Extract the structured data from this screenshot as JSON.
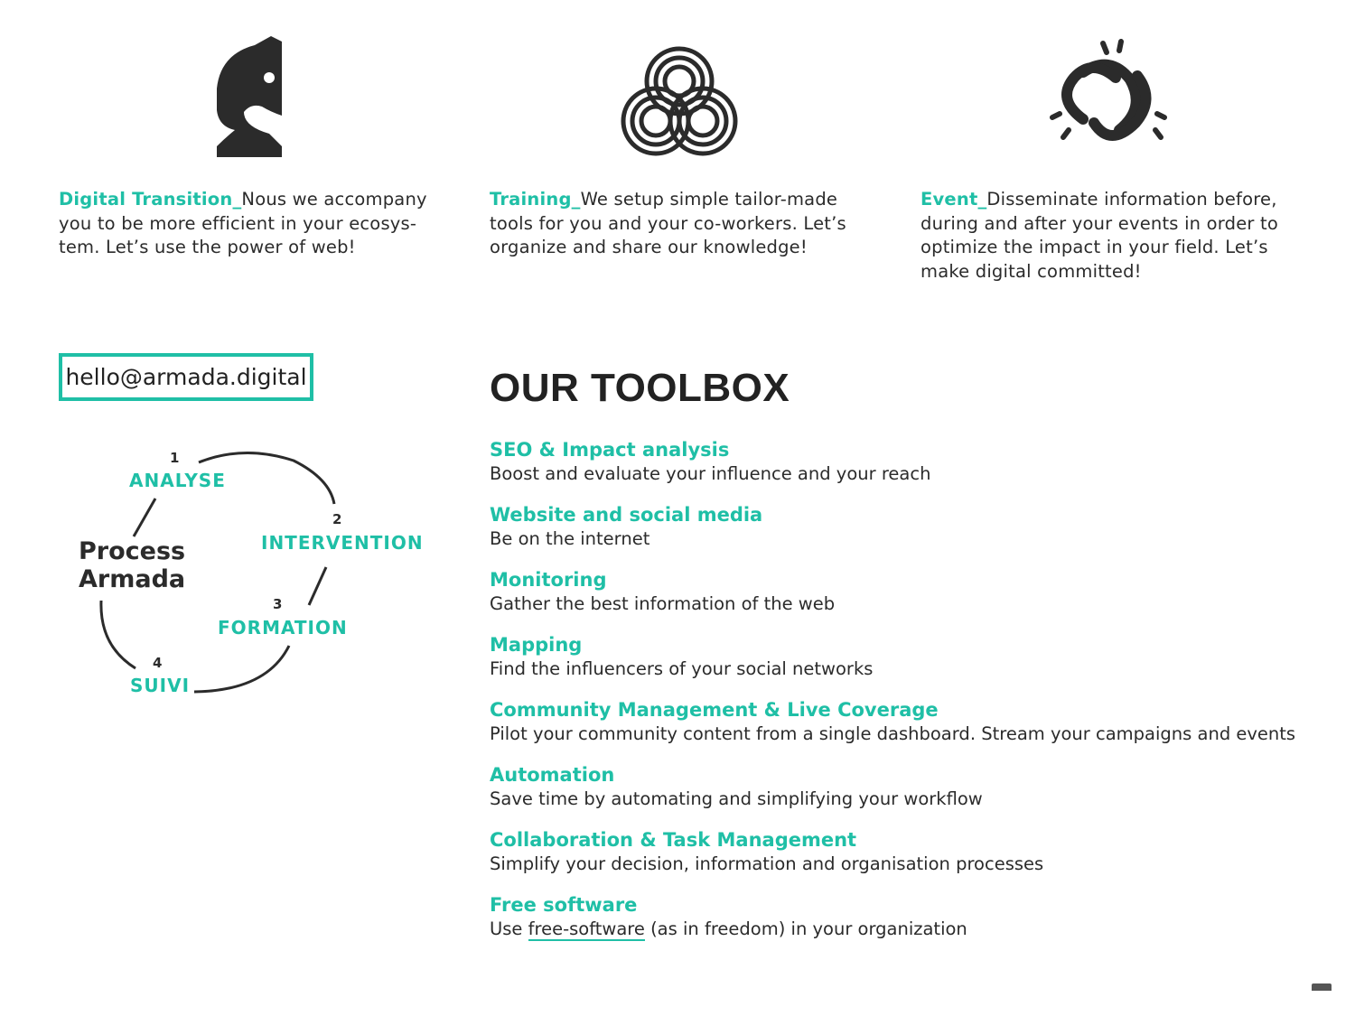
{
  "services": [
    {
      "icon": "knight-chess-icon",
      "heading": "Digital Transition_",
      "text": "Nous we accompany you to be more efficient in your ecosys-tem. Let’s use the power of web!"
    },
    {
      "icon": "knot-icon",
      "heading": "Training_",
      "text": "We setup simple tailor-made tools for you and your co-workers. Let’s organize and share our knowledge!"
    },
    {
      "icon": "rings-event-icon",
      "heading": "Event_",
      "text": "Disseminate information before, during and after your events in order to optimize the impact in your field. Let’s make digital committed!"
    }
  ],
  "contact": {
    "email": "hello@armada.digital"
  },
  "process": {
    "title_line1": "Process",
    "title_line2": "Armada",
    "steps": [
      {
        "num": "1",
        "label": "ANALYSE"
      },
      {
        "num": "2",
        "label": "INTERVENTION"
      },
      {
        "num": "3",
        "label": "FORMATION"
      },
      {
        "num": "4",
        "label": "SUIVI"
      }
    ]
  },
  "toolbox": {
    "title": "OUR TOOLBOX",
    "items": [
      {
        "name": "SEO & Impact analysis",
        "desc": "Boost and evaluate your influence and your reach"
      },
      {
        "name": "Website and social media",
        "desc": "Be on the internet"
      },
      {
        "name": "Monitoring",
        "desc": "Gather the best information of the web"
      },
      {
        "name": "Mapping",
        "desc": "Find the influencers of your social networks"
      },
      {
        "name": "Community Management & Live Coverage",
        "desc": "Pilot your community content from a single dashboard. Stream your campaigns and events"
      },
      {
        "name": "Automation",
        "desc": "Save time by automating and simplifying your workflow"
      },
      {
        "name": "Collaboration & Task Management",
        "desc": "Simplify your decision, information and organisation processes"
      },
      {
        "name": "Free software",
        "desc_prefix": "Use ",
        "desc_link": "free-software",
        "desc_suffix": " (as in freedom) in your organization"
      }
    ]
  },
  "colors": {
    "accent": "#1fbfa6",
    "text": "#2b2b2b"
  }
}
